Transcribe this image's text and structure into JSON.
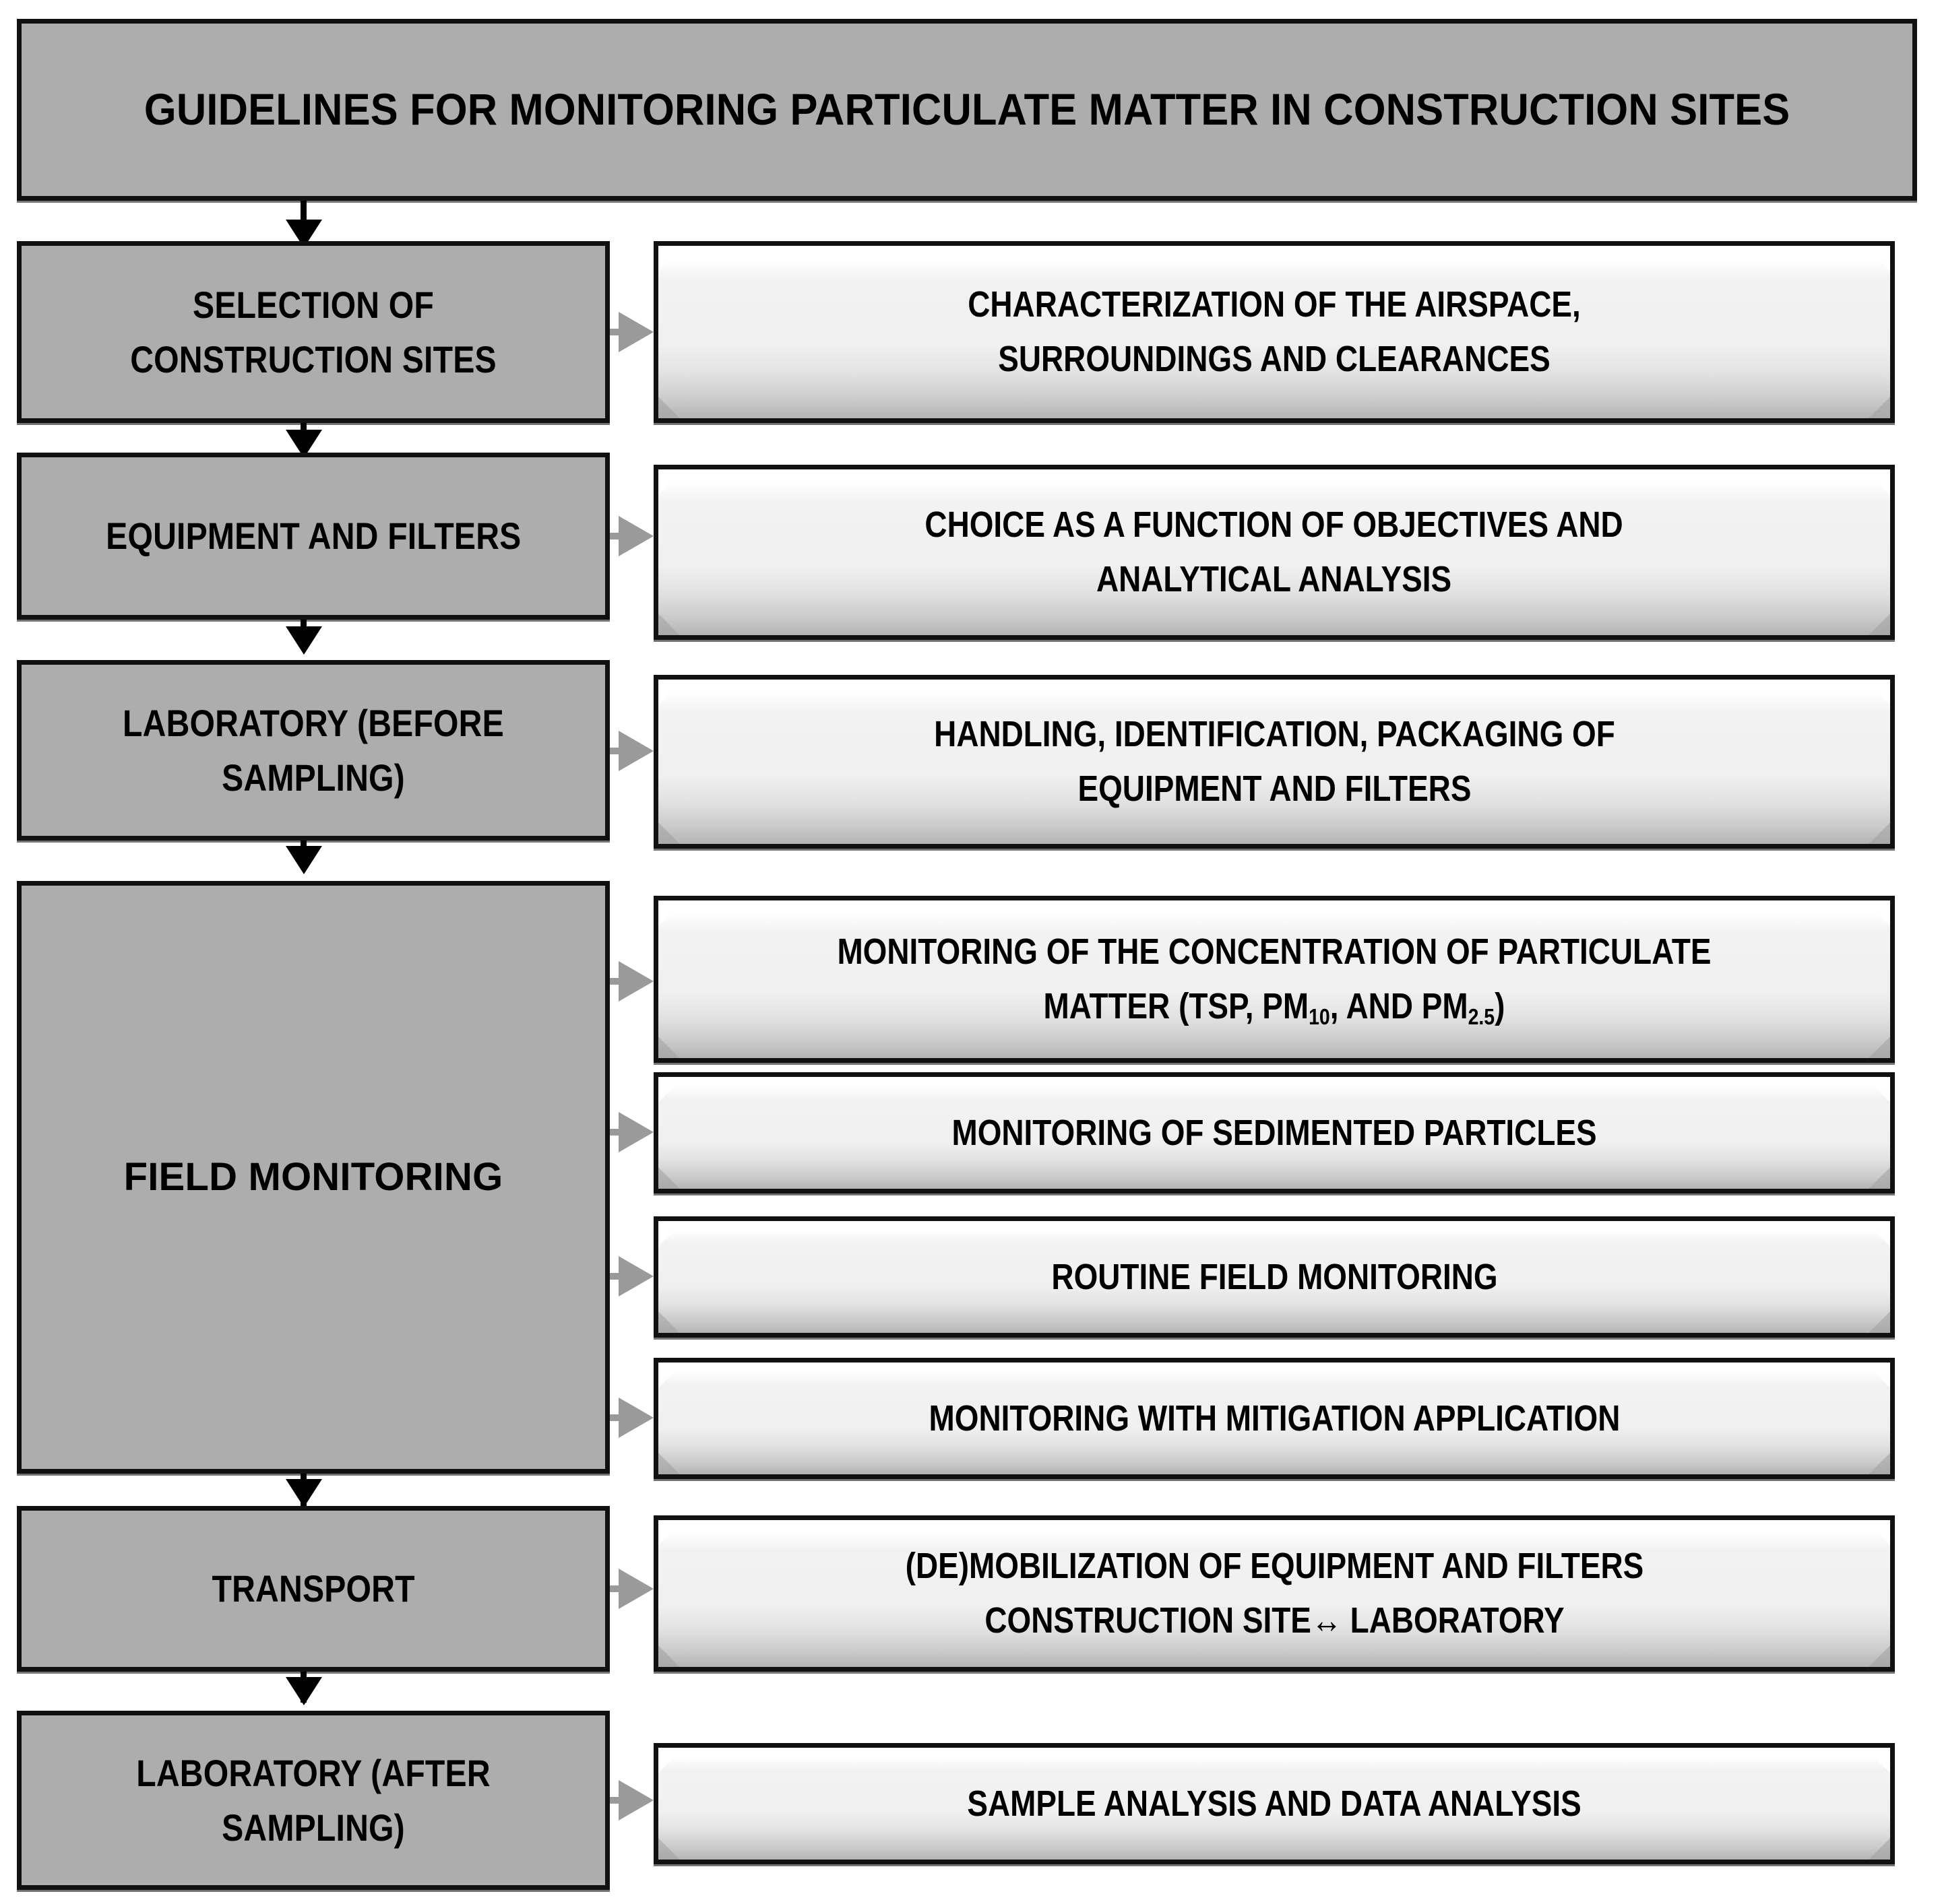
{
  "diagram": {
    "title": "GUIDELINES FOR MONITORING PARTICULATE MATTER IN CONSTRUCTION SITES",
    "colors": {
      "stage_fill": "#ADADAD",
      "detail_fill": "#F0F0F0",
      "border": "#111111",
      "flow_arrow": "#000000",
      "link_arrow": "#9A9A9A"
    },
    "stages": [
      {
        "id": "selection",
        "label": "SELECTION OF CONSTRUCTION SITES"
      },
      {
        "id": "equipment",
        "label": "EQUIPMENT AND FILTERS"
      },
      {
        "id": "lab_before",
        "label": "LABORATORY (BEFORE SAMPLING)"
      },
      {
        "id": "field",
        "label": "FIELD MONITORING"
      },
      {
        "id": "transport",
        "label": "TRANSPORT"
      },
      {
        "id": "lab_after",
        "label": "LABORATORY (AFTER SAMPLING)"
      }
    ],
    "details": [
      {
        "id": "d1",
        "stage": "selection",
        "line1": "CHARACTERIZATION OF THE AIRSPACE,",
        "line2": "SURROUNDINGS AND CLEARANCES"
      },
      {
        "id": "d2",
        "stage": "equipment",
        "line1": "CHOICE AS A FUNCTION OF OBJECTIVES AND",
        "line2": "ANALYTICAL ANALYSIS"
      },
      {
        "id": "d3",
        "stage": "lab_before",
        "line1": "HANDLING, IDENTIFICATION, PACKAGING OF",
        "line2": "EQUIPMENT AND FILTERS"
      },
      {
        "id": "d4",
        "stage": "field",
        "line1": "MONITORING OF THE CONCENTRATION OF PARTICULATE",
        "line2_a": "MATTER (TSP, PM",
        "line2_sub1": "10",
        "line2_b": ", AND PM",
        "line2_sub2": "2.5",
        "line2_c": ")"
      },
      {
        "id": "d5",
        "stage": "field",
        "line1": "MONITORING OF SEDIMENTED PARTICLES"
      },
      {
        "id": "d6",
        "stage": "field",
        "line1": "ROUTINE FIELD MONITORING"
      },
      {
        "id": "d7",
        "stage": "field",
        "line1": "MONITORING WITH MITIGATION APPLICATION"
      },
      {
        "id": "d8",
        "stage": "transport",
        "line1": "(DE)MOBILIZATION OF EQUIPMENT AND FILTERS",
        "line2_a": "CONSTRUCTION SITE",
        "line2_arrow": "↔",
        "line2_b": "LABORATORY"
      },
      {
        "id": "d9",
        "stage": "lab_after",
        "line1": "SAMPLE ANALYSIS AND DATA ANALYSIS"
      }
    ]
  }
}
